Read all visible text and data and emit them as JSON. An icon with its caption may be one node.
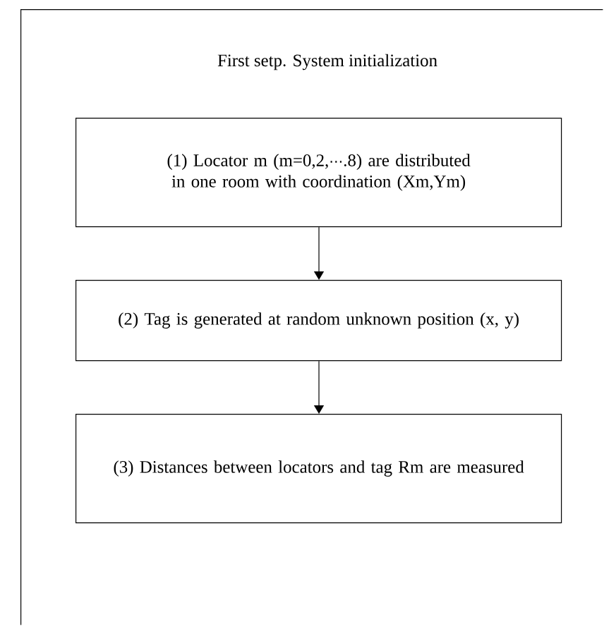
{
  "diagram": {
    "nodes": [
      {
        "text": [
          "First setp. System initialization"
        ]
      },
      {
        "text": [
          "(1) Locator m (m=0,2,⋯.8) are distributed in one room with coordination (Xm,Ym)"
        ],
        "in": 0
      },
      {
        "text": [
          "(2) Tag is generated at random unknown position (x, y)"
        ],
        "in": 0
      },
      {
        "text": [
          "(3) Distances between locators and tag Rm  are measured"
        ],
        "in": 0
      }
    ],
    "edges": [
      {
        "from": 1,
        "to": 2,
        "arrow": "to"
      },
      {
        "from": 2,
        "to": 3,
        "arrow": "to"
      }
    ]
  }
}
